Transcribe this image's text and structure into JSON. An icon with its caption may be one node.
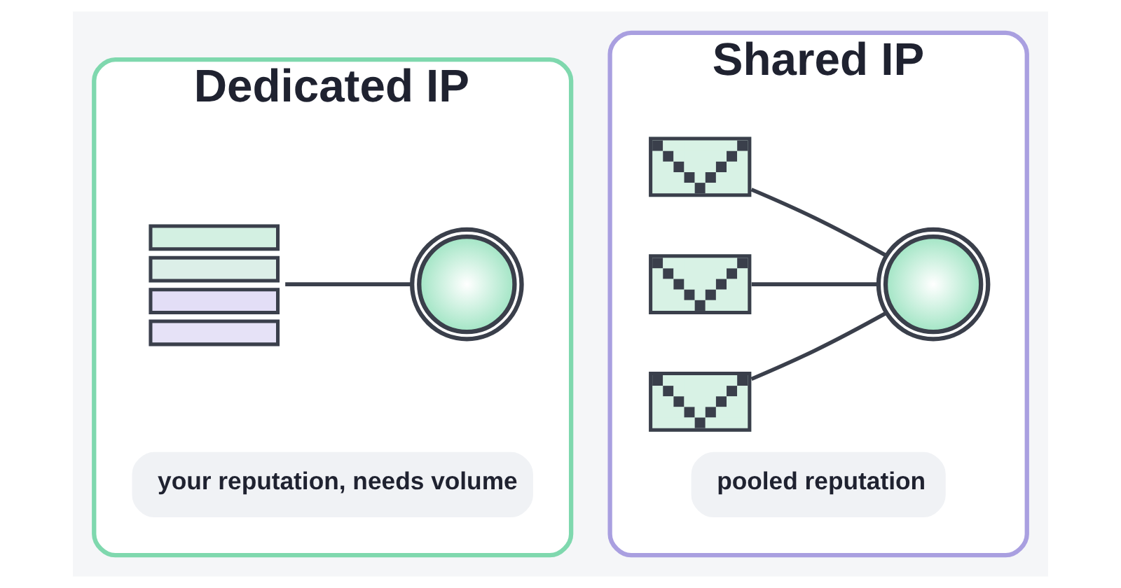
{
  "diagram": {
    "nodes": [
      {
        "text": [
          "Dedicated IP"
        ]
      },
      {
        "text": [],
        "shape": "picture",
        "in": 0
      },
      {
        "text": [],
        "shape": "picture",
        "in": 0
      },
      {
        "text": [
          "your reputation, needs volume"
        ],
        "in": 0
      },
      {
        "text": [
          "Shared IP"
        ]
      },
      {
        "text": [],
        "shape": "picture",
        "in": 4
      },
      {
        "text": [],
        "shape": "picture",
        "in": 4
      },
      {
        "text": [],
        "shape": "picture",
        "in": 4
      },
      {
        "text": [],
        "shape": "picture",
        "in": 4
      },
      {
        "text": [
          "pooled reputation"
        ],
        "in": 4
      }
    ],
    "edges": [
      {
        "from": 1,
        "to": 2,
        "arrow": "none"
      },
      {
        "from": 5,
        "to": 8,
        "arrow": "none"
      },
      {
        "from": 6,
        "to": 8,
        "arrow": "none"
      },
      {
        "from": 7,
        "to": 8,
        "arrow": "none"
      }
    ]
  }
}
